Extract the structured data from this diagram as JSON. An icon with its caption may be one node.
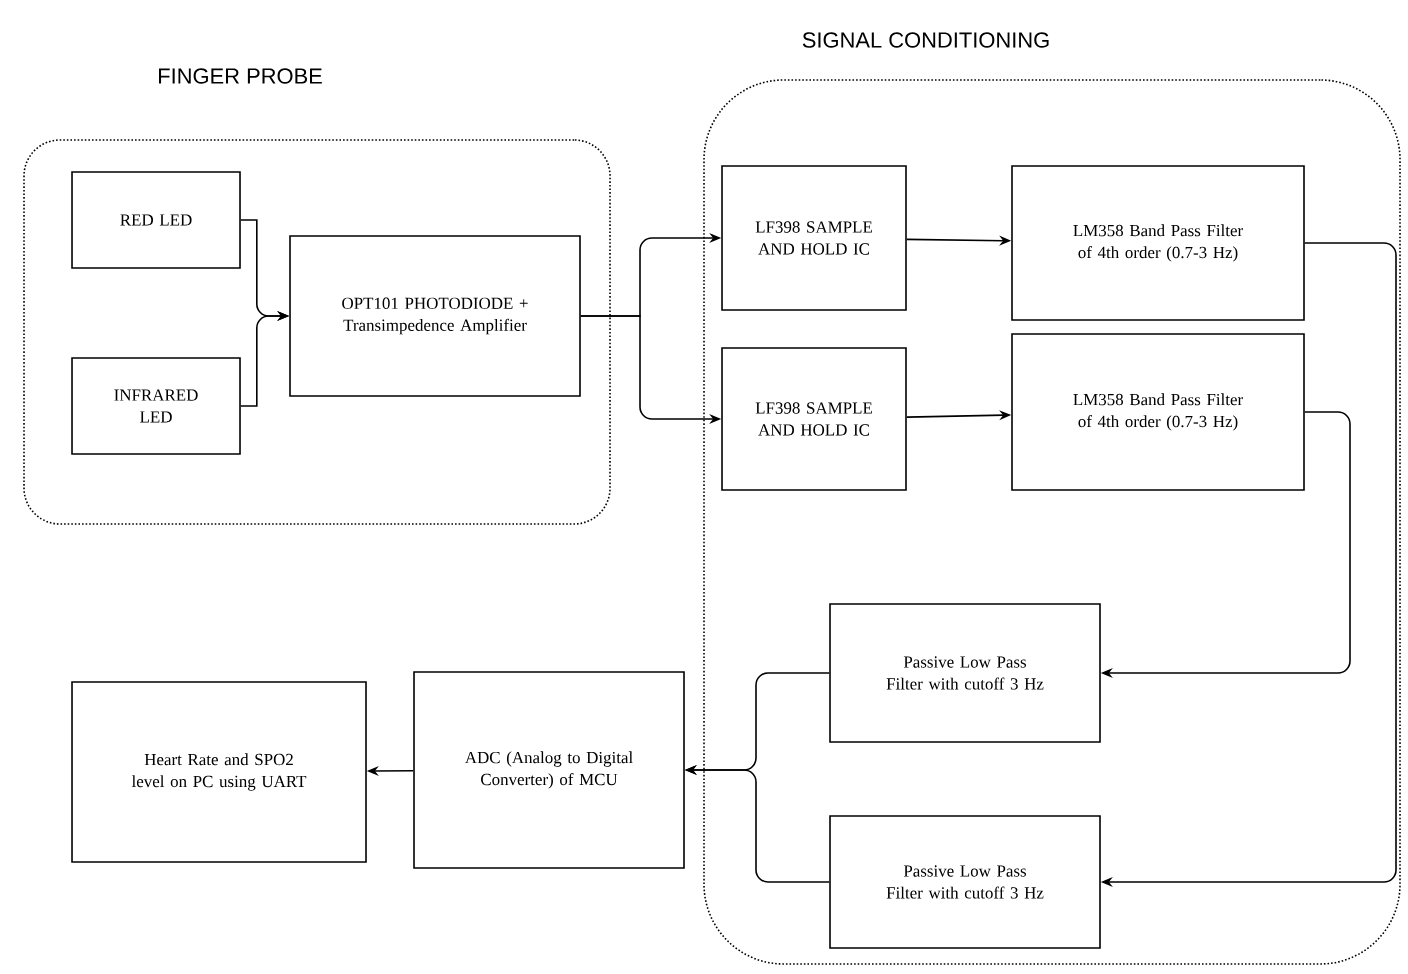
{
  "diagram": {
    "nodes": [
      {
        "text": [
          "FINGER PROBE"
        ]
      },
      {
        "text": [
          "SIGNAL CONDITIONING"
        ]
      },
      {
        "text": [
          "RED LED"
        ],
        "in": 0
      },
      {
        "text": [
          "INFRARED LED"
        ],
        "in": 0
      },
      {
        "text": [
          "OPT101 PHOTODIODE + Transimpedence Amplifier"
        ],
        "in": 0
      },
      {
        "text": [
          "LF398 SAMPLE AND HOLD IC"
        ],
        "in": 1
      },
      {
        "text": [
          "LF398 SAMPLE AND HOLD IC"
        ],
        "in": 1
      },
      {
        "text": [
          "LM358 Band Pass Filter of 4th order (0.7-3 Hz)"
        ],
        "in": 1
      },
      {
        "text": [
          "LM358 Band Pass Filter of 4th order (0.7-3 Hz)"
        ],
        "in": 1
      },
      {
        "text": [
          "Passive Low Pass Filter with cutoff 3 Hz"
        ],
        "in": 1
      },
      {
        "text": [
          "Passive Low Pass Filter with cutoff 3 Hz"
        ],
        "in": 1
      },
      {
        "text": [
          "ADC (Analog to Digital Converter) of MCU"
        ]
      },
      {
        "text": [
          "Heart Rate and SPO2 level on PC using UART"
        ]
      }
    ],
    "edges": [
      {
        "from": 2,
        "to": 4,
        "arrow": "to"
      },
      {
        "from": 3,
        "to": 4,
        "arrow": "to"
      },
      {
        "from": 4,
        "to": 5,
        "arrow": "to"
      },
      {
        "from": 4,
        "to": 6,
        "arrow": "to"
      },
      {
        "from": 5,
        "to": 7,
        "arrow": "to"
      },
      {
        "from": 6,
        "to": 8,
        "arrow": "to"
      },
      {
        "from": 7,
        "to": 10,
        "arrow": "to"
      },
      {
        "from": 8,
        "to": 9,
        "arrow": "to"
      },
      {
        "from": 9,
        "to": 11,
        "arrow": "to"
      },
      {
        "from": 10,
        "to": 11,
        "arrow": "to"
      },
      {
        "from": 11,
        "to": 12,
        "arrow": "to"
      }
    ]
  }
}
